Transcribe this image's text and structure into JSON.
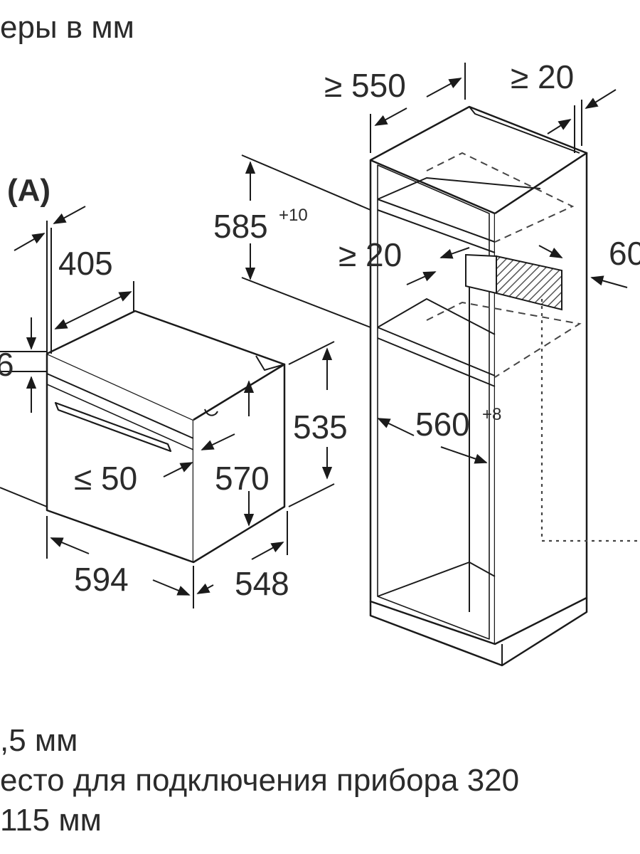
{
  "header": {
    "caption": "еры в мм"
  },
  "labels": {
    "variant": "(A)",
    "oven_niche_width": "405",
    "oven_left_cut": "6",
    "oven_front_gap": "≤ 50",
    "oven_height_total": "570",
    "oven_height_body": "535",
    "oven_width": "594",
    "oven_depth": "548",
    "niche_height": "585",
    "niche_height_tol": "+10",
    "cabinet_depth": "≥ 550",
    "cabinet_back_gap": "≥ 20",
    "shelf_vent_gap": "≥ 20",
    "niche_width": "560",
    "niche_width_tol": "+8",
    "cabinet_side": "60"
  },
  "notes": [
    ",5 мм",
    "есто для подключения прибора 320",
    "115 мм"
  ],
  "colors": {
    "line": "#1a1a1a",
    "text": "#2b2b2b",
    "hatch": "#555555"
  }
}
